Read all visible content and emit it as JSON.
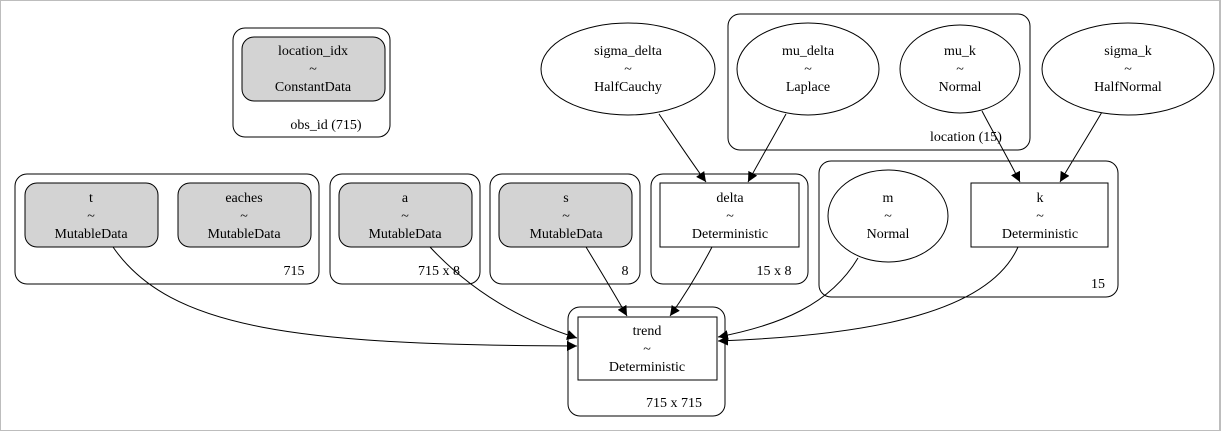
{
  "diagram": {
    "plates": {
      "obs_id": "obs_id (715)",
      "location": "location (15)",
      "p715": "715",
      "p715x8": "715 x 8",
      "p8": "8",
      "p15x8": "15 x 8",
      "p15": "15",
      "p715x715": "715 x 715"
    },
    "nodes": {
      "location_idx": {
        "name": "location_idx",
        "tilde": "~",
        "dist": "ConstantData"
      },
      "sigma_delta": {
        "name": "sigma_delta",
        "tilde": "~",
        "dist": "HalfCauchy"
      },
      "mu_delta": {
        "name": "mu_delta",
        "tilde": "~",
        "dist": "Laplace"
      },
      "mu_k": {
        "name": "mu_k",
        "tilde": "~",
        "dist": "Normal"
      },
      "sigma_k": {
        "name": "sigma_k",
        "tilde": "~",
        "dist": "HalfNormal"
      },
      "t": {
        "name": "t",
        "tilde": "~",
        "dist": "MutableData"
      },
      "eaches": {
        "name": "eaches",
        "tilde": "~",
        "dist": "MutableData"
      },
      "a": {
        "name": "a",
        "tilde": "~",
        "dist": "MutableData"
      },
      "s": {
        "name": "s",
        "tilde": "~",
        "dist": "MutableData"
      },
      "delta": {
        "name": "delta",
        "tilde": "~",
        "dist": "Deterministic"
      },
      "m": {
        "name": "m",
        "tilde": "~",
        "dist": "Normal"
      },
      "k": {
        "name": "k",
        "tilde": "~",
        "dist": "Deterministic"
      },
      "trend": {
        "name": "trend",
        "tilde": "~",
        "dist": "Deterministic"
      }
    }
  }
}
